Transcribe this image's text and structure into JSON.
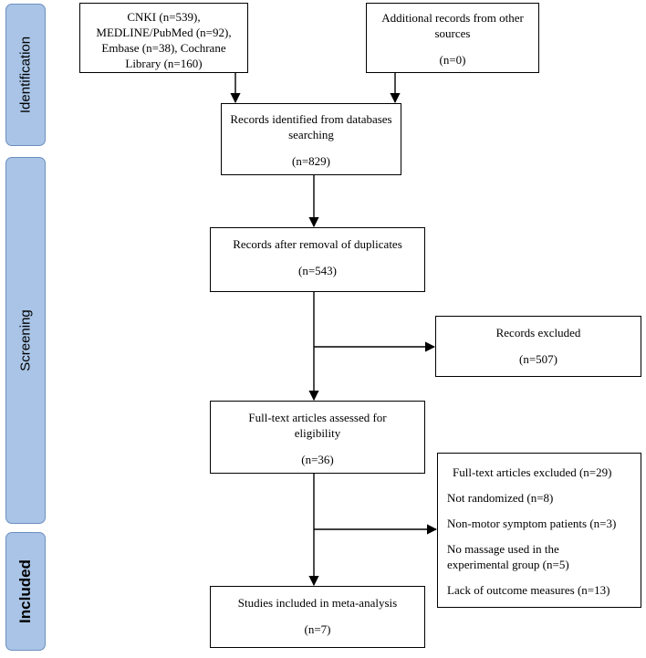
{
  "phases": {
    "identification": "Identification",
    "screening": "Screening",
    "included": "Included"
  },
  "boxes": {
    "databases": "CNKI (n=539), MEDLINE/PubMed (n=92), Embase (n=38), Cochrane Library (n=160)",
    "other_sources": {
      "line1": "Additional records from other sources",
      "count": "(n=0)"
    },
    "identified": {
      "line1": "Records identified from databases searching",
      "count": "(n=829)"
    },
    "deduplicated": {
      "line1": "Records after removal of duplicates",
      "count": "(n=543)"
    },
    "excluded": {
      "line1": "Records excluded",
      "count": "(n=507)"
    },
    "fulltext": {
      "line1": "Full-text articles assessed for eligibility",
      "count": "(n=36)"
    },
    "fulltext_excluded": {
      "title": "Full-text articles excluded (n=29)",
      "reasons": [
        "Not randomized (n=8)",
        "Non-motor symptom patients (n=3)",
        "No massage used in the experimental group (n=5)",
        "Lack of outcome measures (n=13)"
      ]
    },
    "included": {
      "line1": "Studies included in meta-analysis",
      "count": "(n=7)"
    }
  }
}
